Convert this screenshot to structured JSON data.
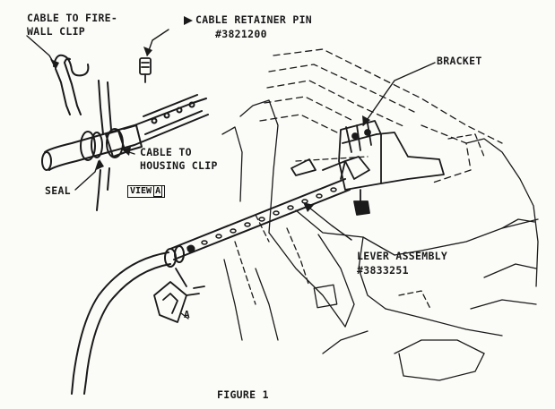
{
  "labels": {
    "cable_fire_wall_line1": "CABLE TO FIRE-",
    "cable_fire_wall_line2": "WALL CLIP",
    "retainer_pin_line1": "CABLE RETAINER PIN",
    "retainer_pin_line2": "#3821200",
    "bracket": "BRACKET",
    "housing_clip_line1": "CABLE TO",
    "housing_clip_line2": "HOUSING CLIP",
    "seal": "SEAL",
    "view_prefix": "VIEW",
    "view_letter": "A",
    "lever_line1": "LEVER ASSEMBLY",
    "lever_line2": "#3833251",
    "detail_a": "A",
    "figure_caption": "FIGURE 1"
  },
  "colors": {
    "ink": "#1a1a1a",
    "paper": "#fbfbf8"
  }
}
